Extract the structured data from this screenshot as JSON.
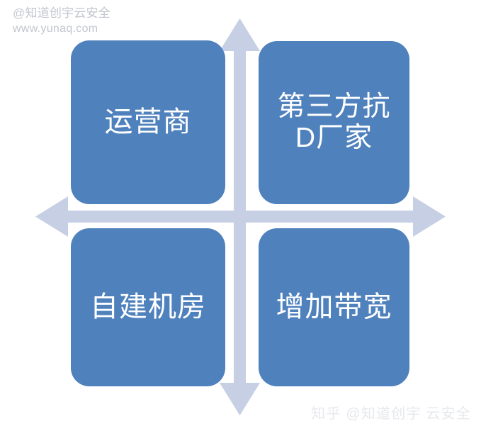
{
  "diagram": {
    "type": "quadrant-matrix",
    "colors": {
      "box_fill": "#4f81bd",
      "box_text": "#ffffff",
      "axis_arrow": "#c6cfe3",
      "background": "#ffffff",
      "watermark_top": "#c2c6cd",
      "watermark_bottom": "#e6e8ec"
    },
    "axes": {
      "vertical": {
        "name": "vertical-double-arrow",
        "arrowheads": [
          "up",
          "down"
        ],
        "label": ""
      },
      "horizontal": {
        "name": "horizontal-double-arrow",
        "arrowheads": [
          "left",
          "right"
        ],
        "label": ""
      }
    },
    "quadrants": [
      {
        "position": "top-left",
        "id": "operator",
        "label": "运营商"
      },
      {
        "position": "top-right",
        "id": "third-party-anti-ddos-vendor",
        "label": "第三方抗\nD厂家"
      },
      {
        "position": "bottom-left",
        "id": "self-built-data-center",
        "label": "自建机房"
      },
      {
        "position": "bottom-right",
        "id": "increase-bandwidth",
        "label": "增加带宽"
      }
    ]
  },
  "watermarks": {
    "top_left_line1": "@知道创宇云安全",
    "top_left_line2": "www.yunaq.com",
    "bottom_right": "知乎 @知道创宇 云安全"
  }
}
